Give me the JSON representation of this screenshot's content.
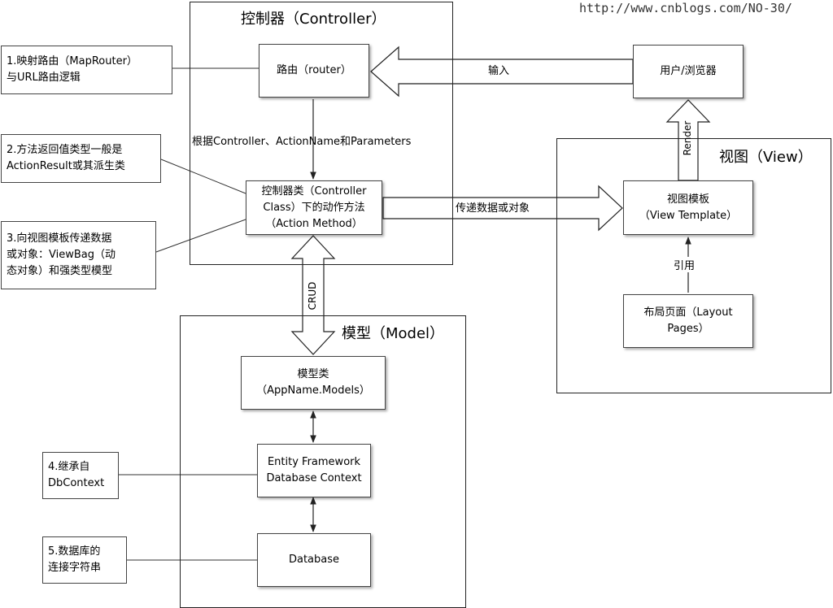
{
  "watermark": "http://www.cnblogs.com/NO-30/",
  "groups": {
    "controller": "控制器（Controller）",
    "model": "模型（Model）",
    "view": "视图（View）"
  },
  "nodes": {
    "router": "路由（router）",
    "controller_class": "控制器类（Controller\nClass）下的动作方法\n（Action Method）",
    "user_browser": "用户/浏览器",
    "view_template": "视图模板\n（View Template）",
    "layout_pages": "布局页面（Layout\nPages）",
    "model_class": "模型类\n（AppName.Models）",
    "ef_context": "Entity Framework\nDatabase Context",
    "database": "Database"
  },
  "edge_labels": {
    "input": "输入",
    "routing_basis": "根据Controller、ActionName和Parameters",
    "pass_data": "传递数据或对象",
    "render": "Render",
    "reference": "引用",
    "crud": "CRUD"
  },
  "notes": [
    "1.映射路由（MapRouter）\n与URL路由逻辑",
    "2.方法返回值类型一般是\nActionResult或其派生类",
    "3.向视图模板传递数据\n或对象：ViewBag（动\n态对象）和强类型模型",
    "4.继承自\nDbContext",
    "5.数据库的\n连接字符串"
  ]
}
